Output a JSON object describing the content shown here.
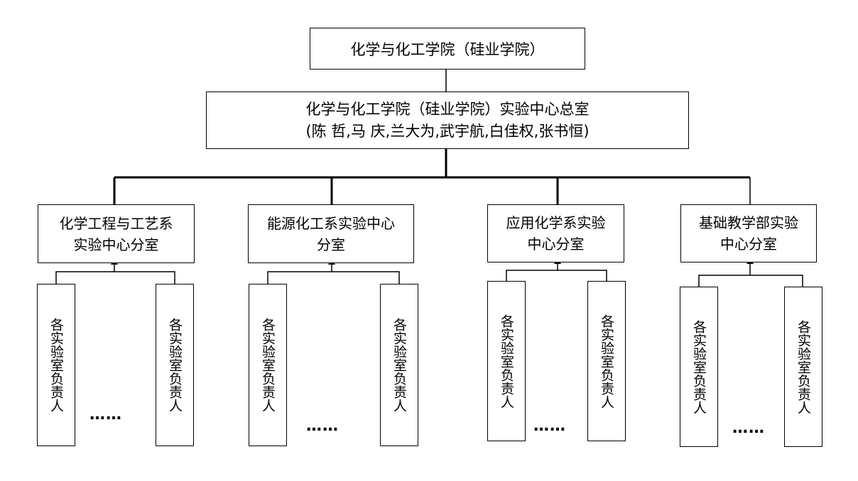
{
  "top": {
    "title": "化学与化工学院（硅业学院）"
  },
  "center": {
    "title": "化学与化工学院（硅业学院）实验中心总室",
    "members": "(陈 哲,马 庆,兰大为,武宇航,白佳权,张书恒)"
  },
  "departments": [
    {
      "line1": "化学工程与工艺系",
      "line2": "实验中心分室",
      "leaf_left": "各实验室负责人",
      "ellipsis": "……",
      "leaf_right": "各实验室负责人"
    },
    {
      "line1": "能源化工系实验中心",
      "line2": "分室",
      "leaf_left": "各实验室负责人",
      "ellipsis": "……",
      "leaf_right": "各实验室负责人"
    },
    {
      "line1": "应用化学系实验",
      "line2": "中心分室",
      "leaf_left": "各实验室负责人",
      "ellipsis": "……",
      "leaf_right": "各实验室负责人"
    },
    {
      "line1": "基础教学部实验",
      "line2": "中心分室",
      "leaf_left": "各实验室负责人",
      "ellipsis": "……",
      "leaf_right": "各实验室负责人"
    }
  ],
  "colors": {
    "line": "#000000",
    "box_border": "#000000",
    "background": "#ffffff"
  }
}
